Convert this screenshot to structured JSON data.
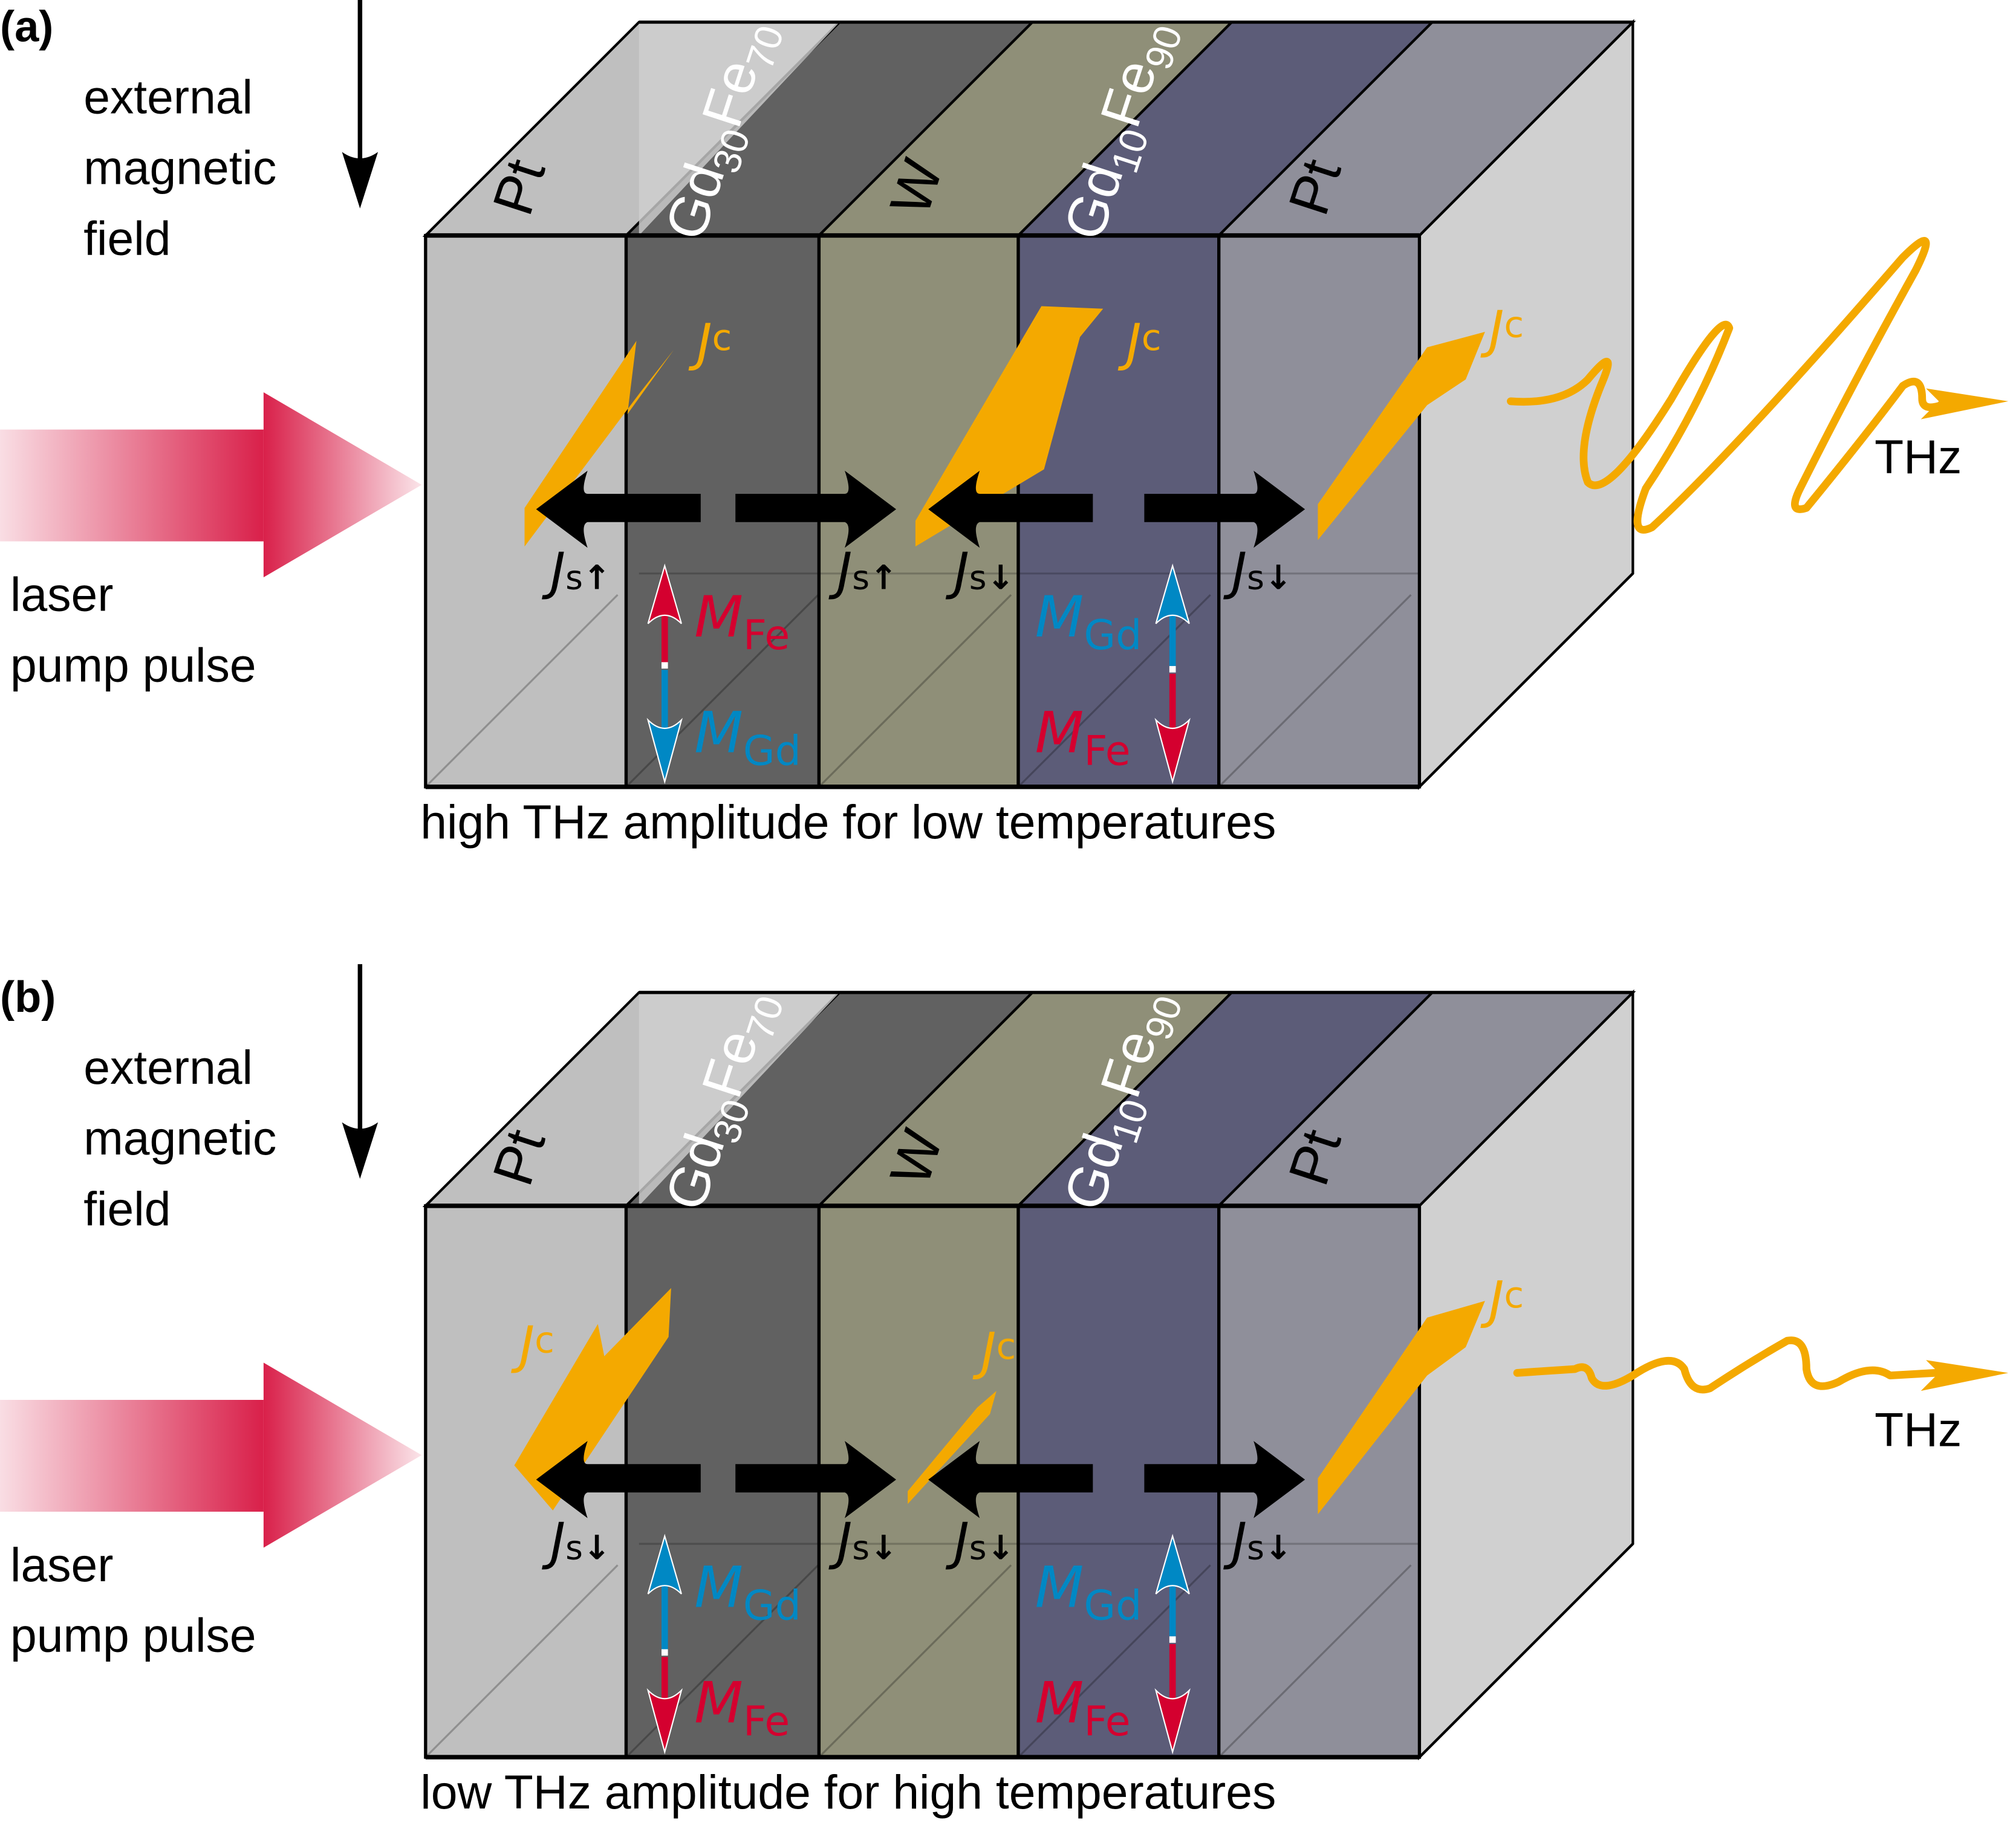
{
  "figure": {
    "colors": {
      "pt_left": "#bfbfbf",
      "pt_left_top": "#d0d0d0",
      "gdfe_30_70": "#616161",
      "w": "#8f8f78",
      "gdfe_10_90": "#5c5c78",
      "pt_right": "#8f8f9a",
      "laser": "#d9204a",
      "current_orange": "#f4a900",
      "m_fe_red": "#d4002f",
      "m_gd_blue": "#0088c4",
      "spin_current_black": "#000000"
    },
    "layers": [
      {
        "name": "Pt",
        "base": "Pt",
        "sub1": "",
        "mid": "",
        "sub2": ""
      },
      {
        "name": "Gd30Fe70",
        "base": "Gd",
        "sub1": "30",
        "mid": "Fe",
        "sub2": "70"
      },
      {
        "name": "W",
        "base": "W",
        "sub1": "",
        "mid": "",
        "sub2": ""
      },
      {
        "name": "Gd10Fe90",
        "base": "Gd",
        "sub1": "10",
        "mid": "Fe",
        "sub2": "90"
      },
      {
        "name": "Pt",
        "base": "Pt",
        "sub1": "",
        "mid": "",
        "sub2": ""
      }
    ],
    "common_labels": {
      "external_field_line1": "external",
      "external_field_line2": "magnetic",
      "external_field_line3": "field",
      "laser_line1": "laser",
      "laser_line2": "pump pulse",
      "thz": "THz",
      "jc_main": "J",
      "jc_sub": "c",
      "js_main": "J",
      "js_sub": "s",
      "m_main": "M",
      "fe": "Fe",
      "gd": "Gd"
    }
  },
  "panels": [
    {
      "tag": "(a)",
      "caption": "high THz amplitude for low temperatures",
      "spin_labels": [
        {
          "layer_interface": "Pt|Gd30Fe70",
          "spin": "up",
          "arrow": "↑"
        },
        {
          "layer_interface": "Gd30Fe70|W",
          "spin": "up",
          "arrow": "↑"
        },
        {
          "layer_interface": "W|Gd10Fe90",
          "spin": "down",
          "arrow": "↓"
        },
        {
          "layer_interface": "Gd10Fe90|Pt",
          "spin": "down",
          "arrow": "↓"
        }
      ],
      "magnetization": [
        {
          "layer": "Gd30Fe70",
          "up": "Fe",
          "down": "Gd"
        },
        {
          "layer": "Gd10Fe90",
          "up": "Gd",
          "down": "Fe"
        }
      ],
      "charge_currents": [
        {
          "location": "Pt (left)",
          "direction": "up-right",
          "strength": "medium"
        },
        {
          "location": "W",
          "direction": "up-right",
          "strength": "large"
        },
        {
          "location": "Pt (right)",
          "direction": "up-right",
          "strength": "medium"
        }
      ],
      "thz_amplitude": "high"
    },
    {
      "tag": "(b)",
      "caption": "low THz amplitude for high temperatures",
      "spin_labels": [
        {
          "layer_interface": "Pt|Gd30Fe70",
          "spin": "down",
          "arrow": "↓"
        },
        {
          "layer_interface": "Gd30Fe70|W",
          "spin": "down",
          "arrow": "↓"
        },
        {
          "layer_interface": "W|Gd10Fe90",
          "spin": "down",
          "arrow": "↓"
        },
        {
          "layer_interface": "Gd10Fe90|Pt",
          "spin": "down",
          "arrow": "↓"
        }
      ],
      "magnetization": [
        {
          "layer": "Gd30Fe70",
          "up": "Gd",
          "down": "Fe"
        },
        {
          "layer": "Gd10Fe90",
          "up": "Gd",
          "down": "Fe"
        }
      ],
      "charge_currents": [
        {
          "location": "Pt (left)",
          "direction": "down-left",
          "strength": "medium"
        },
        {
          "location": "W",
          "direction": "up-right",
          "strength": "small"
        },
        {
          "location": "Pt (right)",
          "direction": "up-right",
          "strength": "medium"
        }
      ],
      "thz_amplitude": "low"
    }
  ]
}
